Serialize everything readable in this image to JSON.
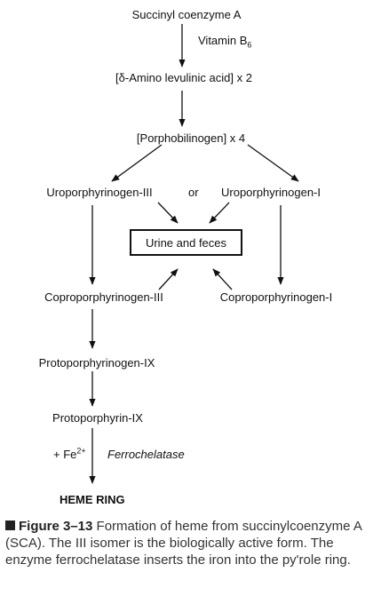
{
  "nodes": {
    "succinyl": "Succinyl coenzyme A",
    "ala": "[δ-Amino levulinic acid] x 2",
    "pbg": "[Porphobilinogen] x 4",
    "uro3": "Uroporphyrinogen-III",
    "or": "or",
    "uro1": "Uroporphyrinogen-I",
    "urine": "Urine and feces",
    "copro3": "Coproporphyrinogen-III",
    "copro1": "Coproporphyrinogen-I",
    "proto_gen": "Protoporphyrinogen-IX",
    "proto": "Protoporphyrin-IX",
    "heme": "HEME RING"
  },
  "cofactors": {
    "vitamin": "Vitamin B",
    "vitamin_sub": "6",
    "iron": "+ Fe",
    "iron_sup": "2+",
    "enzyme": "Ferrochelatase"
  },
  "caption": {
    "label": "Figure 3–13",
    "text": "Formation of heme from succinylcoenzyme A (SCA). The III isomer is the biologically active form. The enzyme ferrochelatase inserts the iron into the py'role ring."
  }
}
